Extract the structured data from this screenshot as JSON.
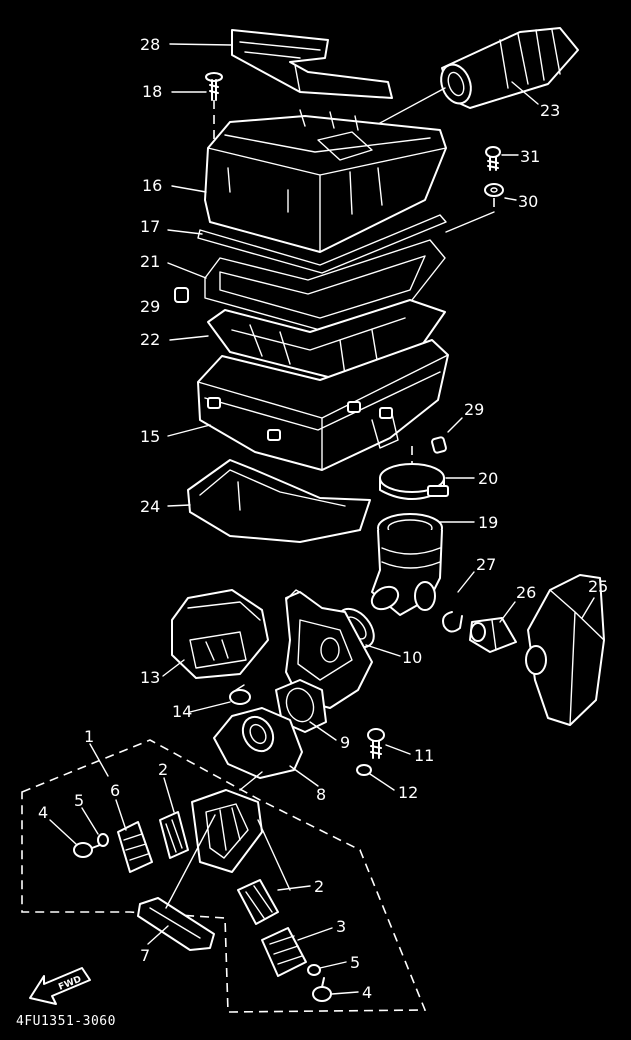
{
  "callouts": {
    "c28": "28",
    "c18": "18",
    "c23": "23",
    "c31": "31",
    "c30": "30",
    "c16": "16",
    "c17": "17",
    "c21": "21",
    "c29a": "29",
    "c22": "22",
    "c29b": "29",
    "c15": "15",
    "c20": "20",
    "c24": "24",
    "c19": "19",
    "c27": "27",
    "c26": "26",
    "c25": "25",
    "c13": "13",
    "c10": "10",
    "c14": "14",
    "c9": "9",
    "c11": "11",
    "c1": "1",
    "c2a": "2",
    "c6": "6",
    "c5a": "5",
    "c4a": "4",
    "c8": "8",
    "c12": "12",
    "c2b": "2",
    "c3": "3",
    "c7": "7",
    "c5b": "5",
    "c4b": "4"
  },
  "fwd_label": "FWD",
  "diagram_code": "4FU1351-3060"
}
